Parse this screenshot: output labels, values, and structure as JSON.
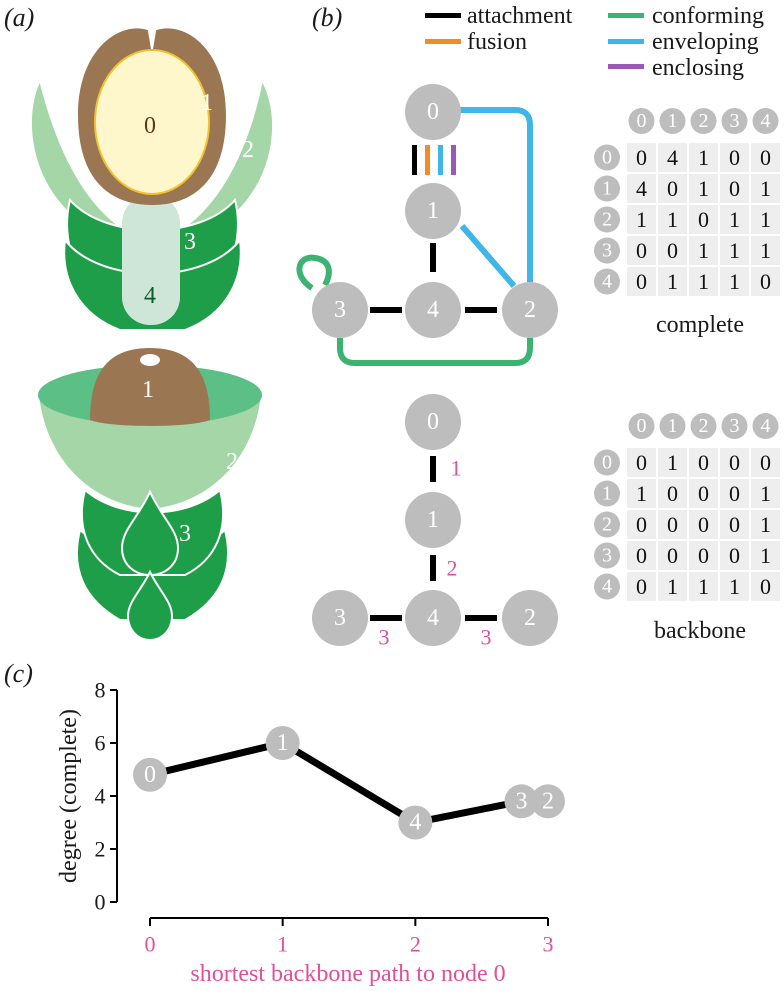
{
  "panels": {
    "a": "(a)",
    "b": "(b)",
    "c": "(c)"
  },
  "legend": [
    {
      "label": "attachment",
      "color": "#000000"
    },
    {
      "label": "fusion",
      "color": "#f28c28"
    },
    {
      "label": "conforming",
      "color": "#3cb371"
    },
    {
      "label": "enveloping",
      "color": "#3fb5e8"
    },
    {
      "label": "enclosing",
      "color": "#9b59b6"
    }
  ],
  "flower_labels": {
    "top": [
      "0",
      "1",
      "2",
      "3",
      "4"
    ],
    "bottom": [
      "1",
      "2",
      "3"
    ]
  },
  "graph_nodes": [
    "0",
    "1",
    "2",
    "3",
    "4"
  ],
  "backbone_path_labels": [
    "1",
    "2",
    "3",
    "3"
  ],
  "matrices": {
    "complete": {
      "caption": "complete",
      "headers": [
        "0",
        "1",
        "2",
        "3",
        "4"
      ],
      "rows": [
        [
          "0",
          "4",
          "1",
          "0",
          "0"
        ],
        [
          "4",
          "0",
          "1",
          "0",
          "1"
        ],
        [
          "1",
          "1",
          "0",
          "1",
          "1"
        ],
        [
          "0",
          "0",
          "1",
          "1",
          "1"
        ],
        [
          "0",
          "1",
          "1",
          "1",
          "0"
        ]
      ]
    },
    "backbone": {
      "caption": "backbone",
      "headers": [
        "0",
        "1",
        "2",
        "3",
        "4"
      ],
      "rows": [
        [
          "0",
          "1",
          "0",
          "0",
          "0"
        ],
        [
          "1",
          "0",
          "0",
          "0",
          "1"
        ],
        [
          "0",
          "0",
          "0",
          "0",
          "1"
        ],
        [
          "0",
          "0",
          "0",
          "0",
          "1"
        ],
        [
          "0",
          "1",
          "1",
          "1",
          "0"
        ]
      ]
    }
  },
  "chart_data": {
    "type": "line",
    "xlabel": "shortest backbone path to node 0",
    "ylabel": "degree (complete)",
    "xlim": [
      0,
      3
    ],
    "ylim": [
      0,
      8
    ],
    "xticks": [
      "0",
      "1",
      "2",
      "3"
    ],
    "yticks": [
      "0",
      "2",
      "4",
      "6",
      "8"
    ],
    "points": [
      {
        "label": "0",
        "x": 0,
        "y": 4.8
      },
      {
        "label": "1",
        "x": 1,
        "y": 6.0
      },
      {
        "label": "4",
        "x": 2,
        "y": 3.0
      },
      {
        "label": "3",
        "x": 2.8,
        "y": 3.8
      },
      {
        "label": "2",
        "x": 3.0,
        "y": 3.8
      }
    ],
    "line_order": [
      "0",
      "1",
      "4",
      "3"
    ],
    "grid": false
  }
}
